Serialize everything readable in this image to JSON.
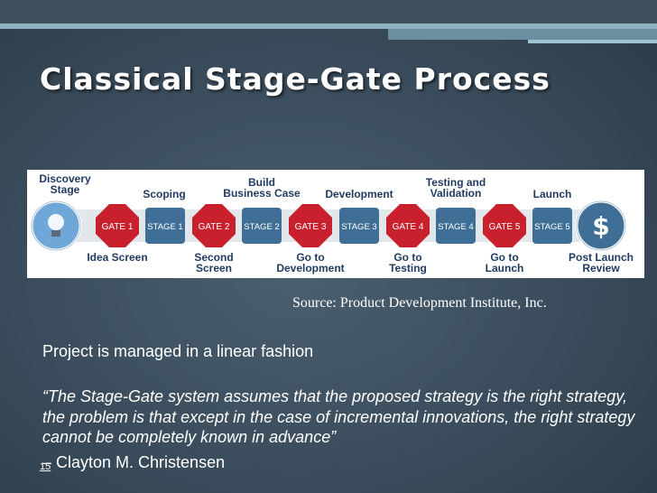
{
  "slide": {
    "title": "Classical Stage-Gate Process",
    "source": "Source: Product Development Institute, Inc.",
    "line1": "Project is managed in a linear fashion",
    "quote": "“The Stage-Gate system assumes that the proposed strategy is the right strategy, the problem is that except in the case of incremental innovations, the right strategy cannot be completely known in advance”",
    "attribution": "– Clayton M. Christensen",
    "slide_number": "15"
  },
  "diagram": {
    "top_labels": [
      "Discovery\nStage",
      "Scoping",
      "Build\nBusiness Case",
      "Development",
      "Testing and\nValidation",
      "Launch"
    ],
    "bottom_labels": [
      "Idea Screen",
      "Second\nScreen",
      "Go to\nDevelopment",
      "Go to\nTesting",
      "Go to\nLaunch",
      "Post Launch\nReview"
    ],
    "gates": [
      "GATE 1",
      "GATE 2",
      "GATE 3",
      "GATE 4",
      "GATE 5"
    ],
    "stages": [
      "STAGE 1",
      "STAGE 2",
      "STAGE 3",
      "STAGE 4",
      "STAGE 5"
    ],
    "end_symbol": "$",
    "colors": {
      "gate": "#c8202c",
      "stage": "#3f6f96",
      "arrow": "#e2e7ec",
      "label": "#1f3a5f",
      "start_bulb": "#6fa8d8",
      "end_circle": "#3f6f96"
    }
  }
}
